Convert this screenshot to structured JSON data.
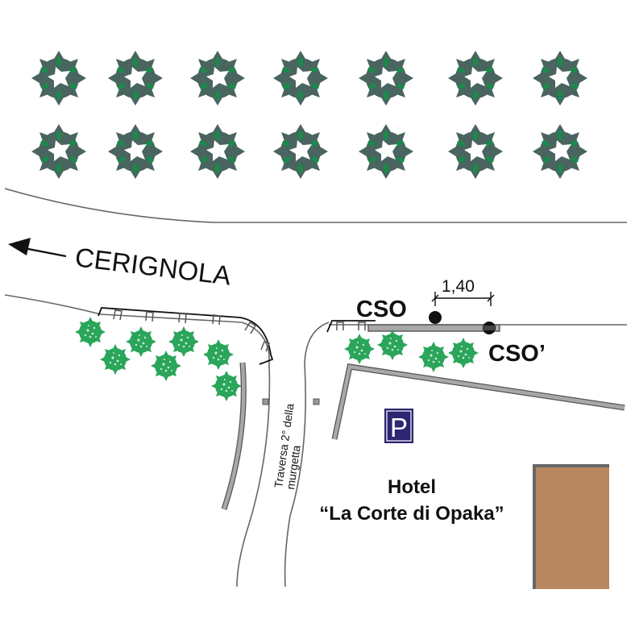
{
  "map": {
    "direction_label": "CERIGNOLA",
    "direction_arrow": "arrow-left",
    "street_name_line1": "Traversa 2° della",
    "street_name_line2": "murgetta",
    "measurement_label": "1,40",
    "marker_cso": "CSO",
    "marker_cso_prime": "CSO’",
    "parking_sign": "P",
    "hotel_line1": "Hotel",
    "hotel_line2": "“La Corte di Opaka”"
  },
  "colors": {
    "tree_dark": "#4a6460",
    "tree_accent": "#1a8a4a",
    "shrub": "#2aa55a",
    "road_line": "#555555",
    "curb_fill": "#9a9a9a",
    "parking_bg": "#2e2672",
    "building_fill": "#b88660",
    "building_edge": "#666666",
    "text": "#111111"
  }
}
